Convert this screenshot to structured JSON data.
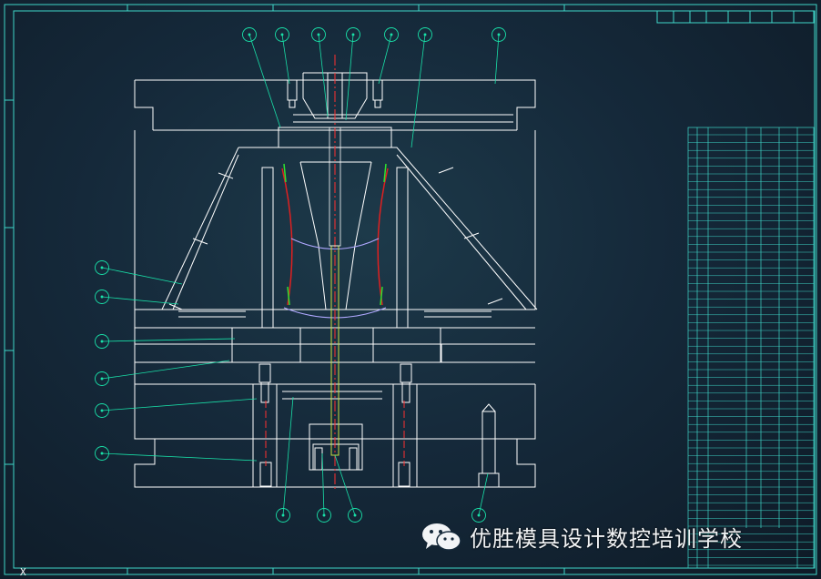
{
  "watermark": {
    "text": "优胜模具设计数控培训学校",
    "logo": "wechat-logo-icon"
  },
  "axis": {
    "x_label": "X"
  },
  "colors": {
    "background": "#15293a",
    "outline": "#ffffff",
    "leader": "#19e0a8",
    "frame": "#3fd6c8",
    "centerline": "#ff3030",
    "cavity_red": "#e02020",
    "cavity_green": "#30e030",
    "ejector": "#c8e040",
    "water": "#b0a8ff"
  },
  "balloons": {
    "top_count": 7,
    "left_count": 6,
    "bottom_count": 4
  }
}
